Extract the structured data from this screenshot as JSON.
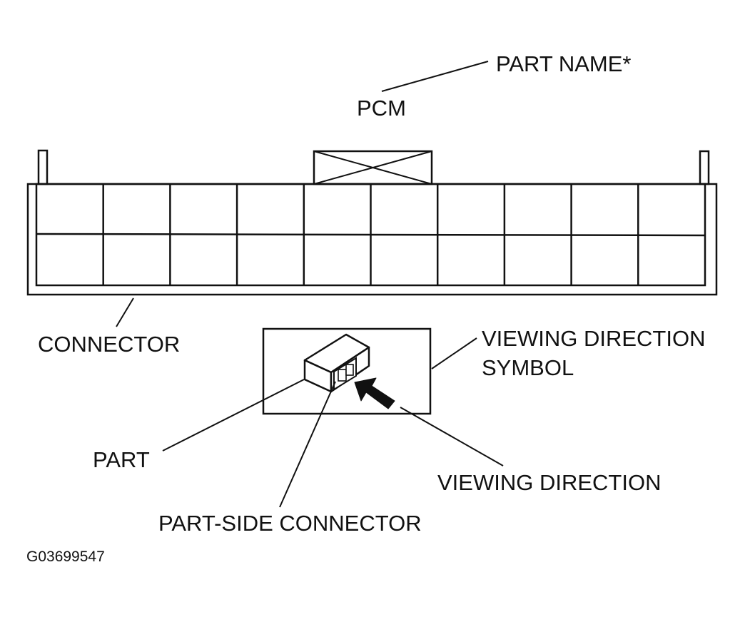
{
  "labels": {
    "part_name": "PART NAME*",
    "pcm": "PCM",
    "connector": "CONNECTOR",
    "viewing_direction_symbol_line1": "VIEWING DIRECTION",
    "viewing_direction_symbol_line2": "SYMBOL",
    "part": "PART",
    "viewing_direction": "VIEWING DIRECTION",
    "part_side_connector": "PART-SIDE CONNECTOR",
    "figure_id": "G03699547"
  },
  "connector_grid": {
    "columns": 10,
    "rows": 2
  },
  "colors": {
    "ink": "#111111",
    "background": "#ffffff"
  },
  "icons": {
    "arrow": "viewing-direction-arrow",
    "part": "part-box-icon"
  }
}
